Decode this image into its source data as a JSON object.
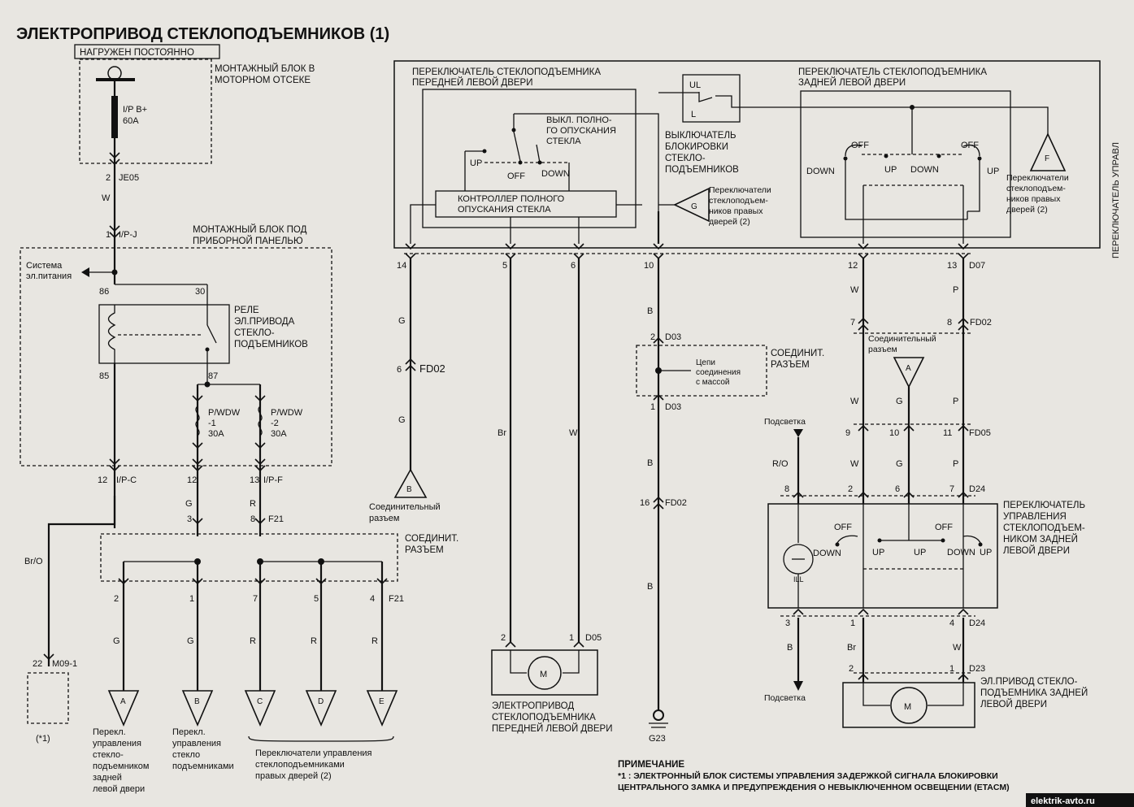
{
  "title": "ЭЛЕКТРОПРИВОД СТЕКЛОПОДЪЕМНИКОВ (1)",
  "watermark": "elektrik-avto.ru",
  "power": {
    "always_hot": "НАГРУЖЕН ПОСТОЯННО",
    "engine_box": [
      "МОНТАЖНЫЙ БЛОК В",
      "МОТОРНОМ ОТСЕКЕ"
    ],
    "fuse_main": [
      "I/P B+",
      "60A"
    ],
    "pin_je05": "2",
    "conn_je05": "JE05",
    "wire_w": "W",
    "pin_ipj": "1",
    "conn_ipj": "I/P-J",
    "panel_box": [
      "МОНТАЖНЫЙ БЛОК ПОД",
      "ПРИБОРНОЙ ПАНЕЛЬЮ"
    ],
    "supply_system": [
      "Система",
      "эл.питания"
    ],
    "relay_pin_86": "86",
    "relay_pin_30": "30",
    "relay_pin_85": "85",
    "relay_pin_87": "87",
    "relay_label": [
      "РЕЛЕ",
      "ЭЛ.ПРИВОДА",
      "СТЕКЛО-",
      "ПОДЪЕМНИКОВ"
    ],
    "fuse1": [
      "P/WDW",
      "-1",
      "30A"
    ],
    "fuse2": [
      "P/WDW",
      "-2",
      "30A"
    ],
    "pin_ipc": "12",
    "conn_ipc": "I/P-C",
    "pin_12": "12",
    "pin_13": "13",
    "conn_ipf": "I/P-F",
    "wire_bro": "Br/O",
    "pin_22": "22",
    "conn_m09": "M09-1",
    "etacm_note": "(*1)"
  },
  "joint": {
    "wire_g": "G",
    "wire_r": "R",
    "pin_3": "3",
    "pin_8": "8",
    "conn_f21": "F21",
    "joint_label": [
      "СОЕДИНИТ.",
      "РАЗЪЕМ"
    ],
    "out_pins": [
      "2",
      "1",
      "7",
      "5",
      "4"
    ],
    "out_conn": "F21",
    "out_wires": [
      "G",
      "G",
      "R",
      "R",
      "R"
    ],
    "terminals": [
      "A",
      "B",
      "C",
      "D",
      "E"
    ],
    "label_a": [
      "Перекл.",
      "управления",
      "стекло-",
      "подъемником",
      "задней",
      "левой двери"
    ],
    "label_b": [
      "Перекл.",
      "управления",
      "стекло",
      "подъемниками"
    ],
    "label_cde": [
      "Переключатели управления",
      "стеклоподъемниками",
      "правых дверей (2)"
    ]
  },
  "driver_switch": {
    "outer_label": [
      "ПЕРЕКЛЮЧАТЕЛЬ СТЕКЛОПОДЪЕМНИКА",
      "ПЕРЕДНЕЙ ЛЕВОЙ ДВЕРИ"
    ],
    "right_edge_label": "ПЕРЕКЛЮЧАТЕЛЬ УПРАВЛ",
    "auto_down": [
      "ВЫКЛ. ПОЛНО-",
      "ГО ОПУСКАНИЯ",
      "СТЕКЛА"
    ],
    "up": "UP",
    "off": "OFF",
    "down": "DOWN",
    "controller": [
      "КОНТРОЛЛЕР ПОЛНОГО",
      "ОПУСКАНИЯ СТЕКЛА"
    ],
    "lock_ul": "UL",
    "lock_l": "L",
    "lock_label": [
      "ВЫКЛЮЧАТЕЛЬ",
      "БЛОКИРОВКИ",
      "СТЕКЛО-",
      "ПОДЪЕМНИКОВ"
    ],
    "g_terminal": "G",
    "g_label": [
      "Переключатели",
      "стеклоподъем-",
      "ников правых",
      "дверей (2)"
    ],
    "rear_box_label": [
      "ПЕРЕКЛЮЧАТЕЛЬ СТЕКЛОПОДЪЕМНИКА",
      "ЗАДНЕЙ ЛЕВОЙ ДВЕРИ"
    ],
    "rear_down_l": "DOWN",
    "rear_off_l": "OFF",
    "rear_up_l": "UP",
    "rear_down_m": "DOWN",
    "rear_off_r": "OFF",
    "rear_up_r": "UP",
    "f_terminal": "F",
    "f_label": [
      "Переключатели",
      "стеклоподъем-",
      "ников правых",
      "дверей (2)"
    ],
    "pins": [
      "14",
      "5",
      "6",
      "10",
      "12",
      "13"
    ],
    "conn_d07": "D07"
  },
  "left_path": {
    "wire_g1": "G",
    "pin_6": "6",
    "conn_fd02": "FD02",
    "wire_g2": "G",
    "terminal_b": "B",
    "label_b": [
      "Соединительный",
      "разъем"
    ]
  },
  "motor_front": {
    "wire_br": "Br",
    "wire_w": "W",
    "pin_2": "2",
    "pin_1": "1",
    "conn_d05": "D05",
    "motor": "M",
    "label": [
      "ЭЛЕКТРОПРИВОД",
      "СТЕКЛОПОДЪЕМНИКА",
      "ПЕРЕДНЕЙ ЛЕВОЙ ДВЕРИ"
    ]
  },
  "ground": {
    "wire_b1": "B",
    "pin_2": "2",
    "conn_d03a": "D03",
    "joint_label": [
      "СОЕДИНИТ.",
      "РАЗЪЕМ"
    ],
    "ground_circuits": [
      "Цепи",
      "соединения",
      "с массой"
    ],
    "pin_1": "1",
    "conn_d03b": "D03",
    "wire_b2": "B",
    "pin_16": "16",
    "conn_fd02": "FD02",
    "wire_b3": "B",
    "ground_id": "G23"
  },
  "rear": {
    "wire_w1": "W",
    "wire_p1": "P",
    "pin_7": "7",
    "pin_8": "8",
    "conn_fd02": "FD02",
    "joint_label": [
      "Соединительный",
      "разъем"
    ],
    "terminal_a": "A",
    "wire_w2": "W",
    "wire_g": "G",
    "wire_p2": "P",
    "illum_top": "Подсветка",
    "pin_9": "9",
    "pin_10": "10",
    "pin_11": "11",
    "conn_fd05": "FD05",
    "wire_ro": "R/O",
    "wire_w3": "W",
    "wire_g2": "G",
    "wire_p3": "P",
    "pin_8b": "8",
    "pin_2": "2",
    "pin_6": "6",
    "pin_7b": "7",
    "conn_d24": "D24",
    "switch_label": [
      "ПЕРЕКЛЮЧАТЕЛЬ",
      "УПРАВЛЕНИЯ",
      "СТЕКЛОПОДЪЕМ-",
      "НИКОМ ЗАДНЕЙ",
      "ЛЕВОЙ ДВЕРИ"
    ],
    "ill": "ILL",
    "off_l": "OFF",
    "down_l": "DOWN",
    "up_l": "UP",
    "up_r": "UP",
    "off_r": "OFF",
    "down_r": "DOWN",
    "up_r2": "UP",
    "pin_3": "3",
    "pin_1": "1",
    "pin_4": "4",
    "conn_d24b": "D24",
    "wire_b": "B",
    "wire_br": "Br",
    "wire_w4": "W",
    "illum_bottom": "Подсветка",
    "pin_2b": "2",
    "pin_1b": "1",
    "conn_d23": "D23",
    "motor": "M",
    "motor_label": [
      "ЭЛ.ПРИВОД СТЕКЛО-",
      "ПОДЪЕМНИКА ЗАДНЕЙ",
      "ЛЕВОЙ ДВЕРИ"
    ]
  },
  "note": {
    "heading": "ПРИМЕЧАНИЕ",
    "lines": [
      "*1 : ЭЛЕКТРОННЫЙ БЛОК СИСТЕМЫ УПРАВЛЕНИЯ ЗАДЕРЖКОЙ СИГНАЛА БЛОКИРОВКИ",
      "ЦЕНТРАЛЬНОГО ЗАМКА И ПРЕДУПРЕЖДЕНИЯ О НЕВЫКЛЮЧЕННОМ ОСВЕЩЕНИИ (ETACM)"
    ]
  }
}
